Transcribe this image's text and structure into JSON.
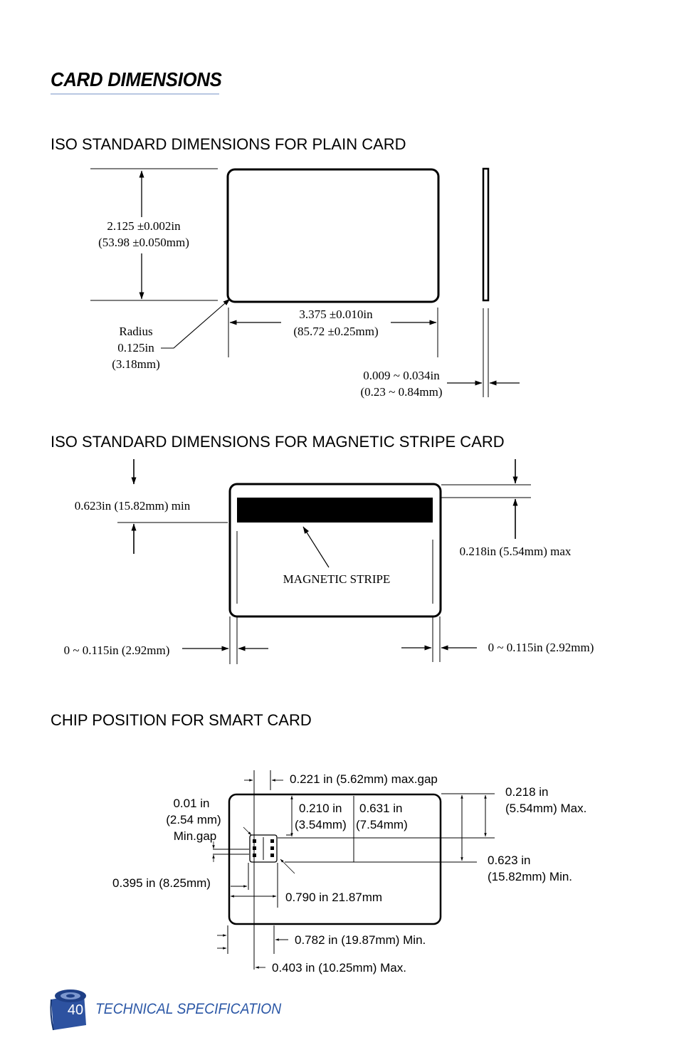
{
  "page_title": "CARD DIMENSIONS",
  "sections": {
    "plain": {
      "heading": "ISO STANDARD DIMENSIONS FOR PLAIN CARD",
      "height_in": "2.125 ±0.002in",
      "height_mm": "(53.98 ±0.050mm)",
      "width_in": "3.375 ±0.010in",
      "width_mm": "(85.72 ±0.25mm)",
      "radius_label": "Radius",
      "radius_in": "0.125in",
      "radius_mm": "(3.18mm)",
      "thickness_in": "0.009 ~ 0.034in",
      "thickness_mm": "(0.23 ~ 0.84mm)"
    },
    "magnetic": {
      "heading": "ISO STANDARD DIMENSIONS FOR MAGNETIC STRIPE CARD",
      "stripe_min": "0.623in (15.82mm) min",
      "stripe_label": "MAGNETIC STRIPE",
      "top_max": "0.218in (5.54mm) max",
      "left_edge": "0 ~ 0.115in (2.92mm)",
      "right_edge": "0 ~ 0.115in (2.92mm)"
    },
    "chip": {
      "heading": "CHIP POSITION FOR SMART CARD",
      "max_gap": "0.221 in (5.62mm) max.gap",
      "top_max_in": "0.218 in",
      "top_max_mm": "(5.54mm) Max.",
      "min_gap_in": "0.01 in",
      "min_gap_mm": "(2.54 mm)",
      "min_gap_label": "Min.gap",
      "h210_in": "0.210 in",
      "h210_mm": "(3.54mm)",
      "h631_in": "0.631 in",
      "h631_mm": "(7.54mm)",
      "min623_in": "0.623 in",
      "min623_mm": "(15.82mm) Min.",
      "w395": "0.395 in (8.25mm)",
      "w790": "0.790 in 21.87mm",
      "w782": "0.782 in (19.87mm) Min.",
      "w403": "0.403 in (10.25mm) Max."
    }
  },
  "footer": {
    "page_number": "40",
    "label": "TECHNICAL SPECIFICATION"
  },
  "colors": {
    "footer_text": "#2b57a6",
    "footer_icon": "#2d52a0",
    "title_rule": "#b9c7e2"
  }
}
